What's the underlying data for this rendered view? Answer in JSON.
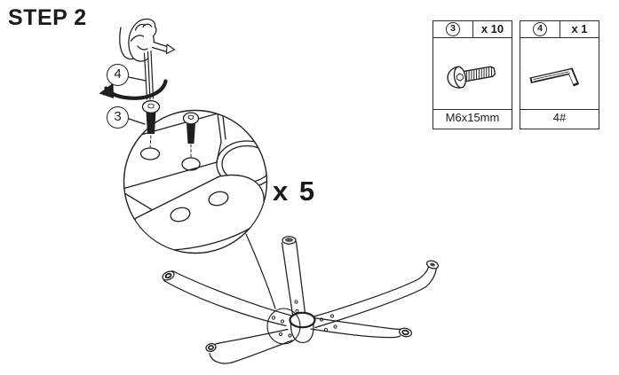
{
  "title": "STEP 2",
  "multiplier_label": "x 5",
  "callouts": {
    "part3": "3",
    "part4": "4"
  },
  "legend": {
    "items": [
      {
        "number": "3",
        "count": "x 10",
        "spec": "M6x15mm",
        "icon": "bolt-screw-icon"
      },
      {
        "number": "4",
        "count": "x 1",
        "spec": "4#",
        "icon": "hex-key-icon"
      }
    ]
  },
  "illustration": {
    "description": "Hand turning hex key (4) to drive screws (3) into chair base hub, detail magnified, repeat x 5",
    "colors": {
      "line": "#1f1f1f",
      "background": "#ffffff"
    }
  }
}
